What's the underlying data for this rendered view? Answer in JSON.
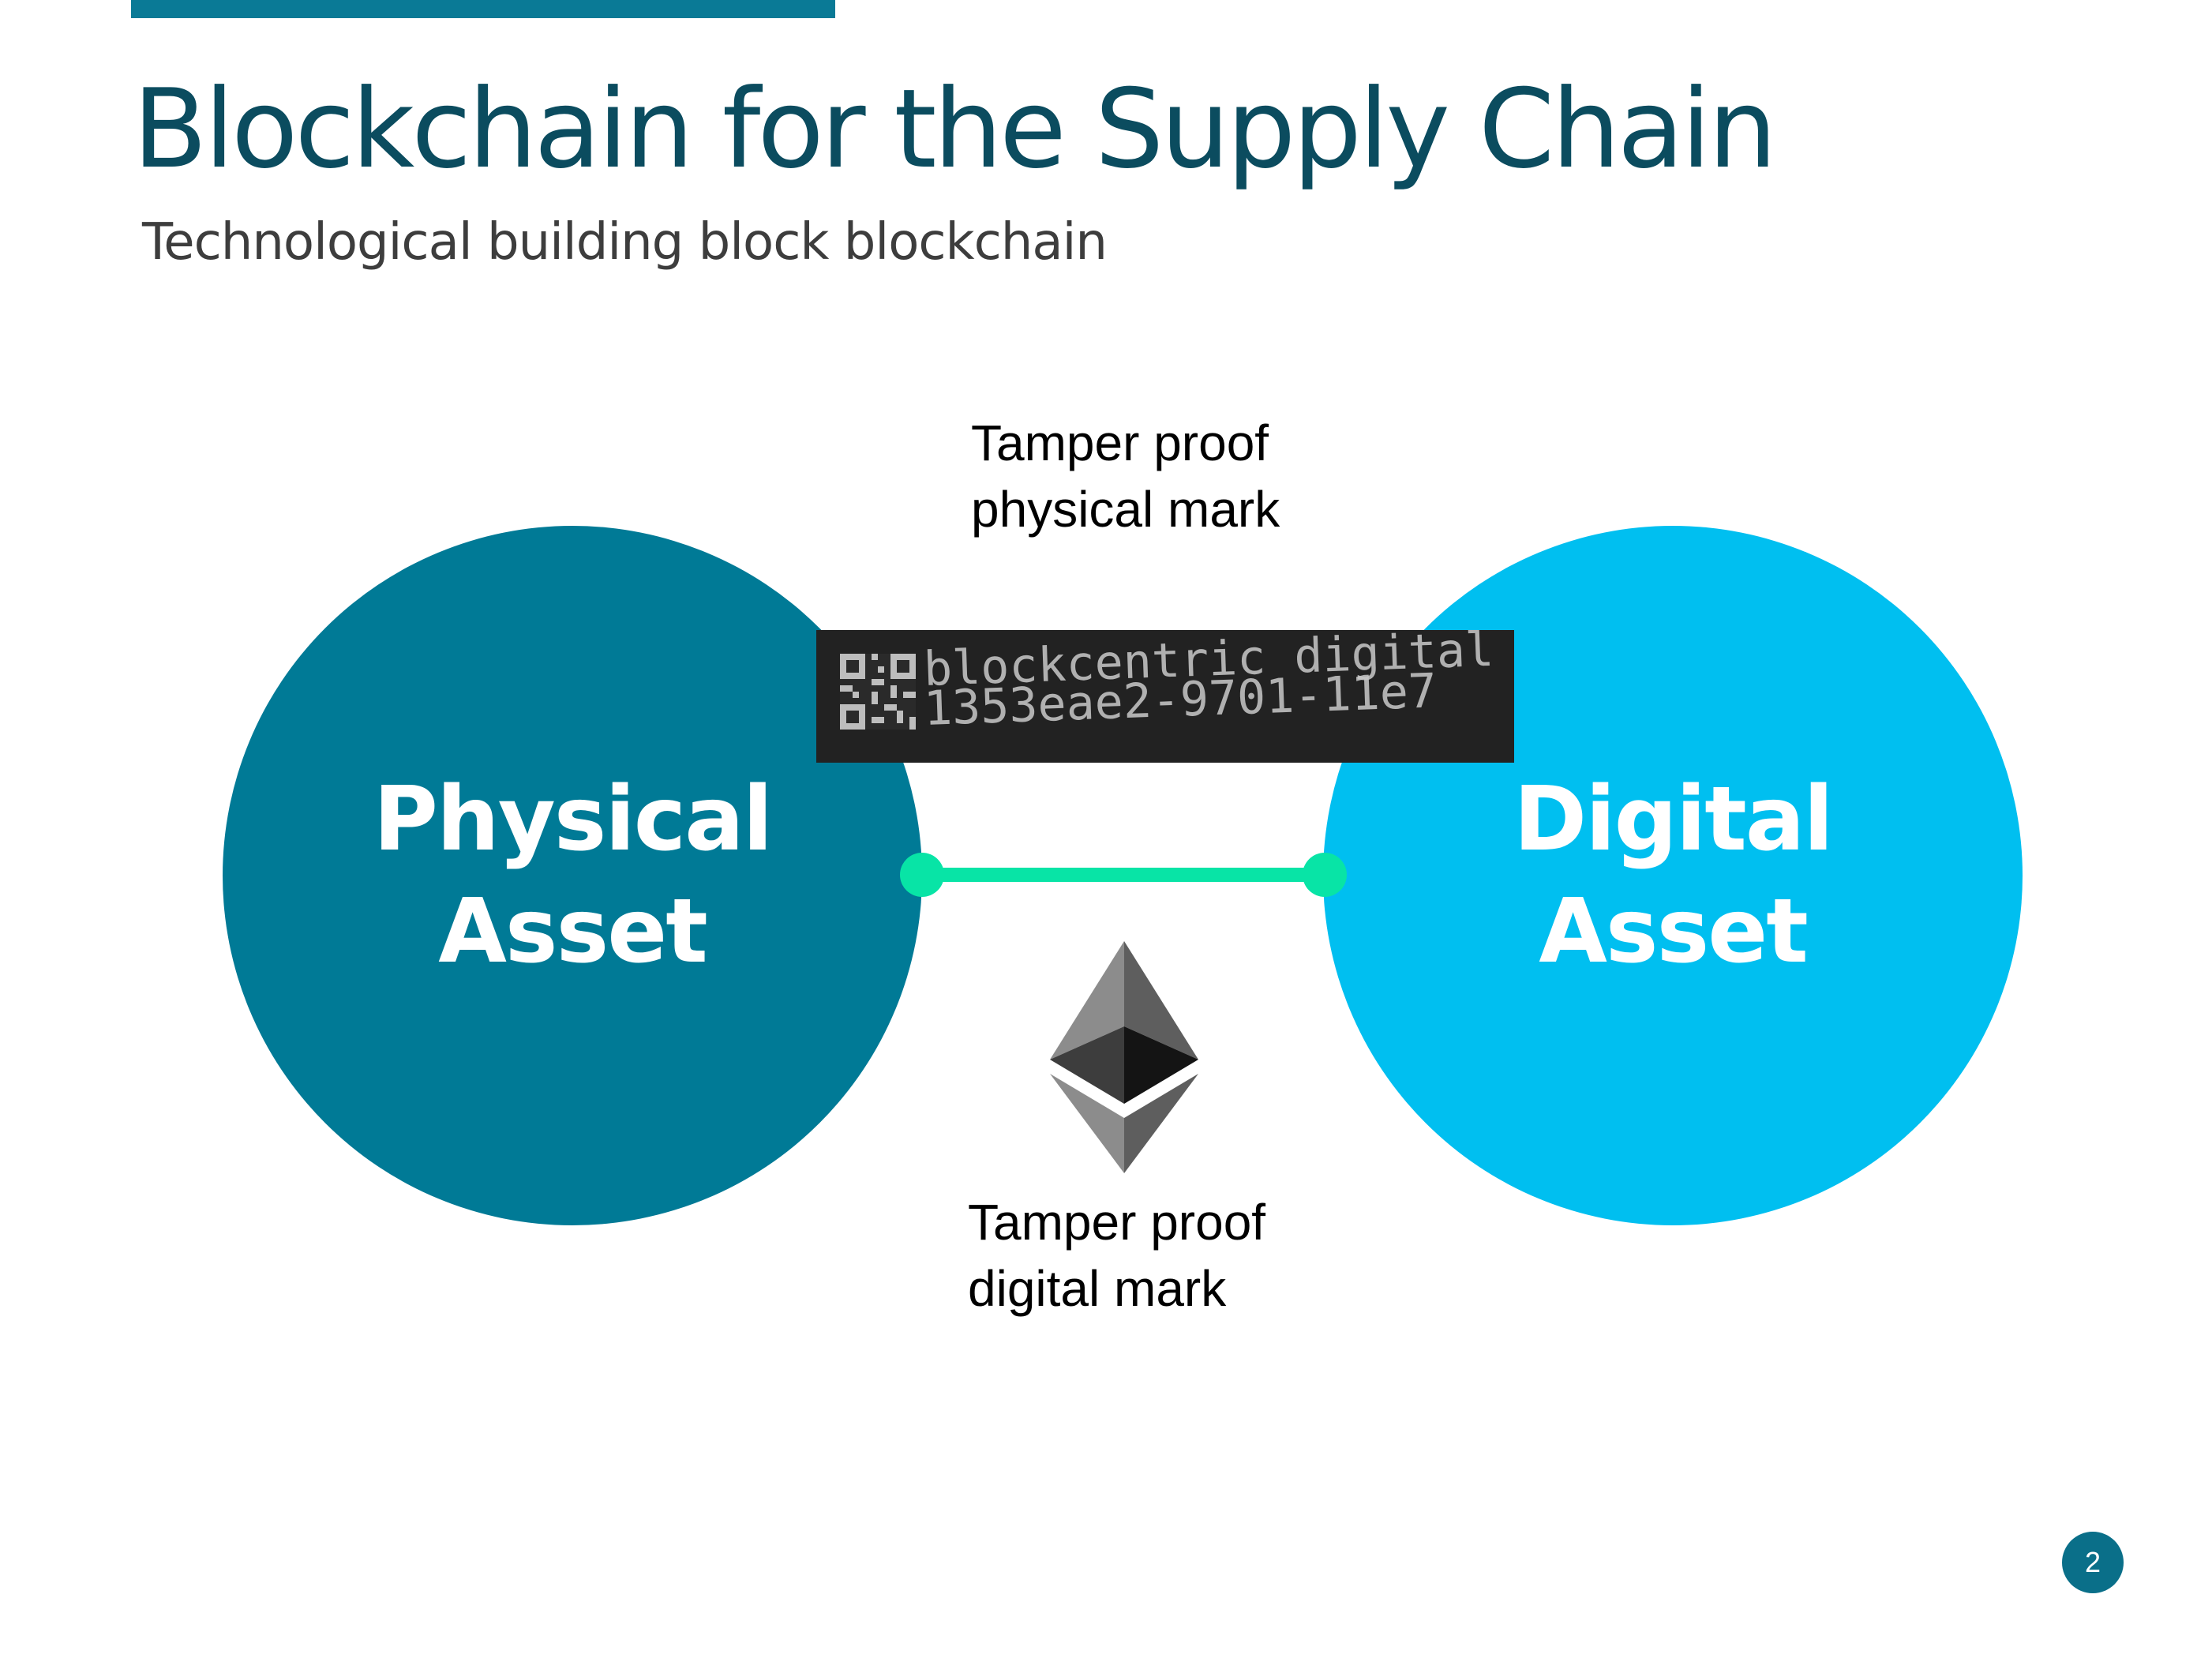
{
  "slide": {
    "title": "Blockchain for the Supply Chain",
    "subtitle": "Technological building block blockchain",
    "page_number": "2"
  },
  "diagram": {
    "physical_asset": {
      "line1": "Physical",
      "line2": "Asset"
    },
    "digital_asset": {
      "line1": "Digital",
      "line2": "Asset"
    },
    "physical_mark": {
      "line1": "Tamper proof",
      "line2": "physical mark",
      "engraving_line1": "blockcentric digital asset",
      "engraving_line2": "1353eae2-9701-11e7"
    },
    "digital_mark": {
      "line1": "Tamper proof",
      "line2": "digital mark",
      "icon": "ethereum-icon"
    }
  },
  "colors": {
    "physical_circle": "#007a96",
    "digital_circle": "#00bff0",
    "connector": "#08e4a6",
    "title": "#0b4c5f",
    "accent_bar": "#0a7a96"
  }
}
